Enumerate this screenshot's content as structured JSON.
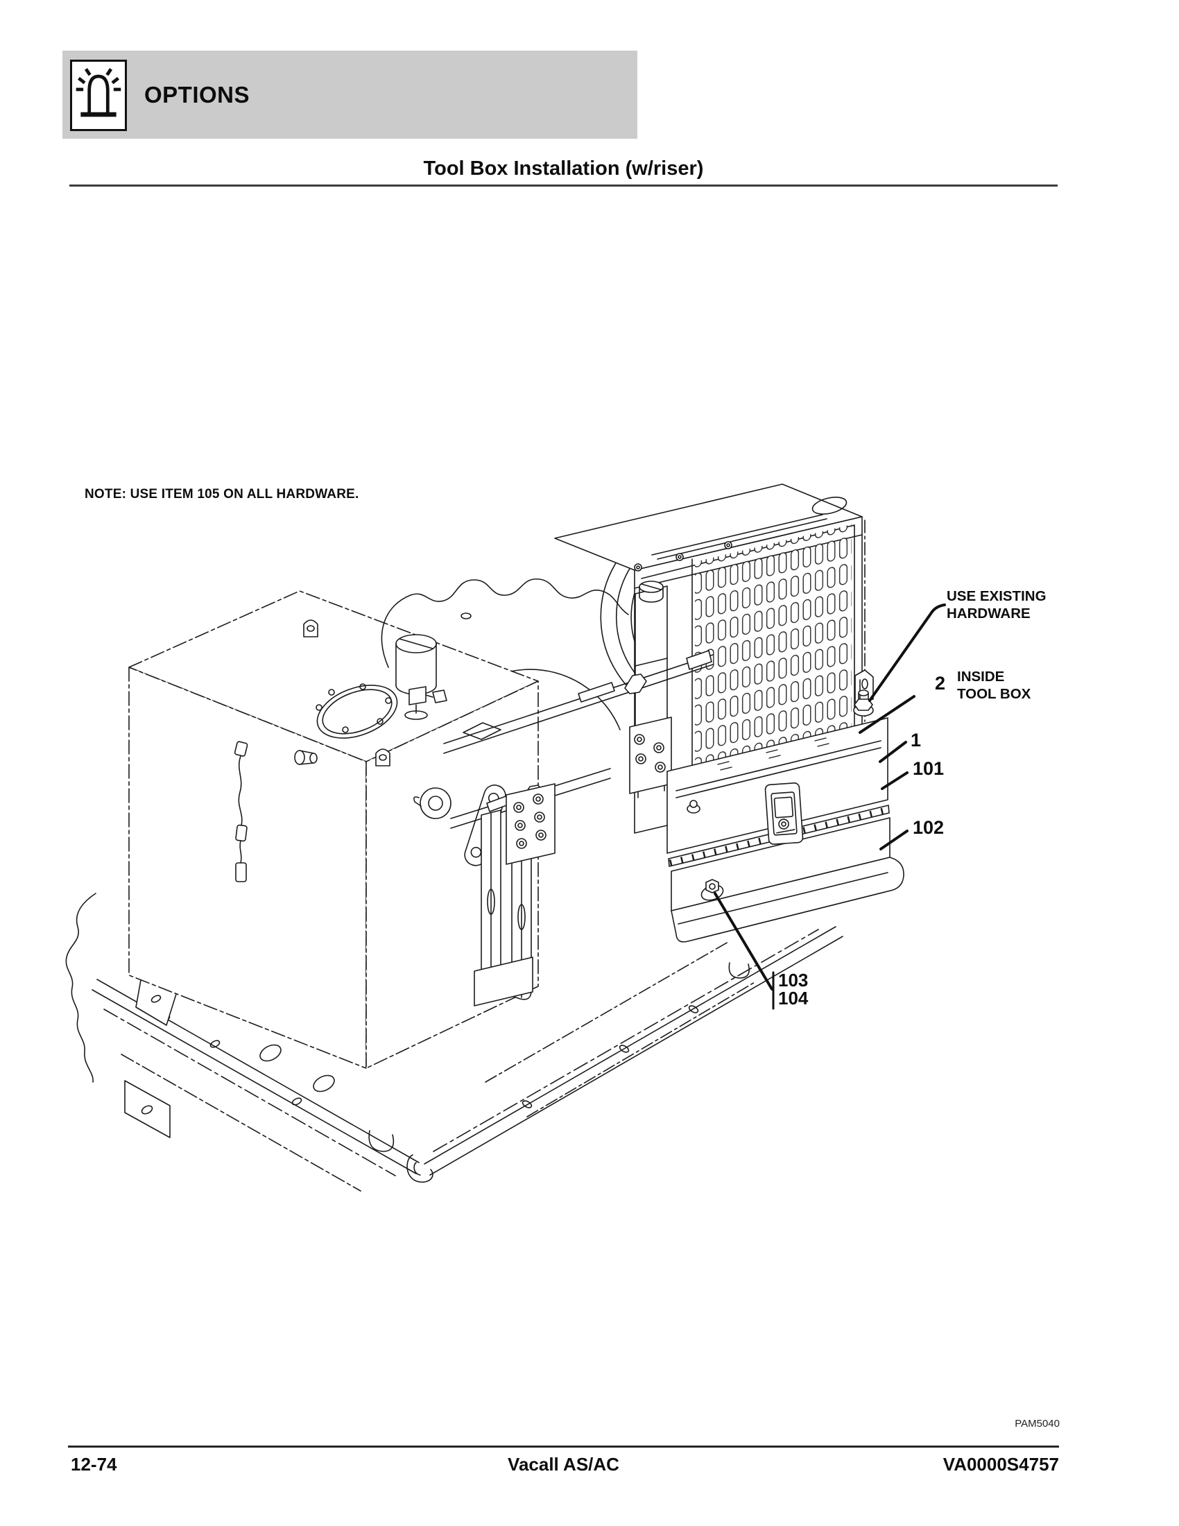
{
  "header": {
    "icon": "beacon-light-icon",
    "section_label": "OPTIONS"
  },
  "title": "Tool Box Installation (w/riser)",
  "note": "NOTE: USE ITEM 105 ON ALL HARDWARE.",
  "figure": {
    "code": "PAM5040",
    "callouts": {
      "use_existing_hardware": {
        "line1": "USE EXISTING",
        "line2": "HARDWARE"
      },
      "inside_tool_box": {
        "number": "2",
        "line1": "INSIDE",
        "line2": "TOOL BOX"
      },
      "item_1": "1",
      "item_101": "101",
      "item_102": "102",
      "item_103": "103",
      "item_104": "104"
    }
  },
  "footer": {
    "page_number": "12-74",
    "model": "Vacall AS/AC",
    "document_number": "VA0000S4757"
  },
  "colors": {
    "header_band": "#cbcbcb",
    "line": "#1b1b1b",
    "text": "#0d0d0d"
  }
}
